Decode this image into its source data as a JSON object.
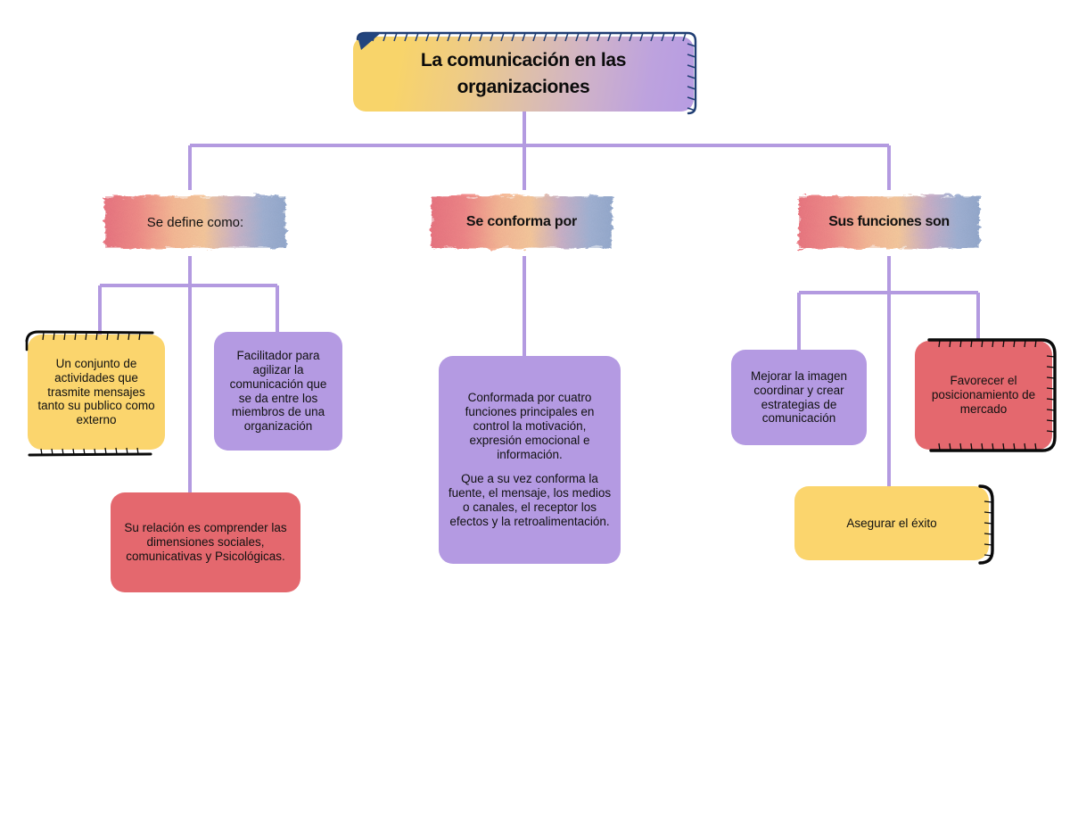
{
  "diagram": {
    "title": "La comunicación en las organizaciones",
    "type": "concept-map",
    "language": "es"
  },
  "root": {
    "label": "La comunicación en las organizaciones",
    "line1": "La comunicación en las",
    "line2": "organizaciones"
  },
  "branches": [
    {
      "id": "se-define-como",
      "label": "Se define como:",
      "children": [
        {
          "id": "un-conjunto-de-actividades",
          "color": "yellow",
          "text": "Un conjunto de actividades que trasmite mensajes tanto su publico como externo"
        },
        {
          "id": "facilitador-para-agilizar",
          "color": "purple",
          "text": "Facilitador para agilizar la comunicación que se da entre los miembros de una organización"
        },
        {
          "id": "su-relacion-es-comprender",
          "color": "red",
          "text": "Su relación es comprender las dimensiones sociales, comunicativas y Psicológicas."
        }
      ]
    },
    {
      "id": "se-conforma-por",
      "label": "Se conforma por",
      "children": [
        {
          "id": "conformada-por-cuatro-funciones",
          "color": "purple",
          "paragraph1": "Conformada por cuatro funciones principales en control la motivación, expresión emocional e información.",
          "paragraph2": "Que a su vez conforma la fuente, el mensaje, los medios o canales, el receptor los efectos y la retroalimentación."
        }
      ]
    },
    {
      "id": "sus-funciones-son",
      "label": "Sus funciones son",
      "children": [
        {
          "id": "mejorar-la-imagen",
          "color": "purple",
          "text": "Mejorar la imagen coordinar y crear estrategias de comunicación"
        },
        {
          "id": "favorecer-el-posicionamiento",
          "color": "red",
          "text": "Favorecer el posicionamiento de mercado"
        },
        {
          "id": "asegurar-el-exito",
          "color": "yellow",
          "text": "Asegurar el éxito"
        }
      ]
    }
  ],
  "colors": {
    "connector": "#b39ae0",
    "yellow": "#fbd56d",
    "purple": "#b49ae2",
    "red": "#e4686e",
    "root_gradient_start": "#f8d46a",
    "root_gradient_end": "#b79ce2",
    "root_border": "#1f3d73",
    "sketch_outline": "#0a0a0a",
    "text": "#111111",
    "background": "#ffffff"
  }
}
